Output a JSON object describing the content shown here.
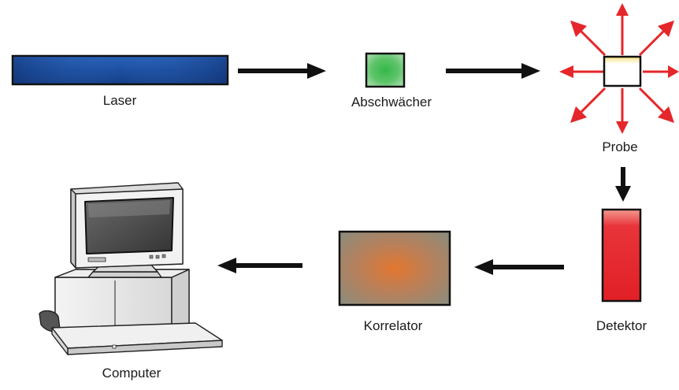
{
  "components": {
    "laser": {
      "label": "Laser"
    },
    "attenuator": {
      "label": "Abschwächer"
    },
    "sample": {
      "label": "Probe"
    },
    "detector": {
      "label": "Detektor"
    },
    "correlator": {
      "label": "Korrelator"
    },
    "computer": {
      "label": "Computer"
    }
  },
  "colors": {
    "laser": "#1f56a8",
    "attenuator": "#2fb24a",
    "scatter_arrows": "#e5262a",
    "detector": "#e11f26",
    "correlator": "#d9782f",
    "arrows": "#111111"
  }
}
